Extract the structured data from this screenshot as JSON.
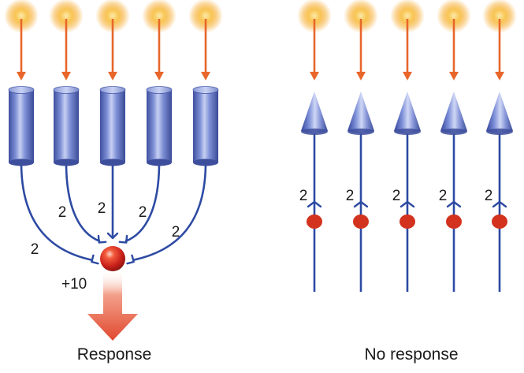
{
  "colors": {
    "light": "#f6a21e",
    "arrow": "#e8662a",
    "receptor": "#5f71bd",
    "line": "#2d4aa3",
    "synapse_dot": "#d2321e",
    "output_arrow": "#e4563a"
  },
  "left_panel": {
    "caption": "Response",
    "receptor_type": "rod",
    "receptor_count": 5,
    "synapse_weights": [
      "2",
      "2",
      "2",
      "2",
      "2"
    ],
    "summed_output": "+10"
  },
  "right_panel": {
    "caption": "No response",
    "receptor_type": "cone",
    "receptor_count": 5,
    "synapse_weights": [
      "2",
      "2",
      "2",
      "2",
      "2"
    ]
  }
}
